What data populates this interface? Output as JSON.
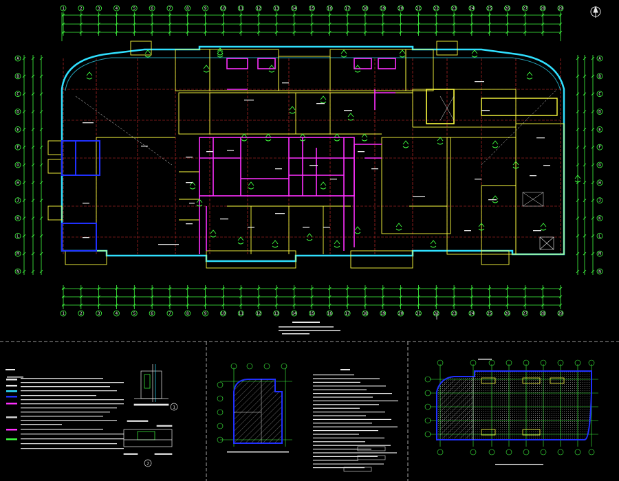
{
  "drawing": {
    "main_plan": {
      "title": "",
      "column_bubbles_top": [
        "1",
        "2",
        "3",
        "4",
        "5",
        "6",
        "7",
        "8",
        "9",
        "10",
        "11",
        "12",
        "13",
        "14",
        "15",
        "16",
        "17",
        "18",
        "19",
        "20",
        "21",
        "22",
        "23",
        "24",
        "25",
        "26",
        "27",
        "28",
        "29"
      ],
      "row_bubbles_left": [
        "A",
        "B",
        "C",
        "D",
        "E",
        "F",
        "G",
        "H",
        "J",
        "K",
        "L",
        "M",
        "N"
      ]
    },
    "detail_numbers": [
      "1",
      "2"
    ],
    "colors": {
      "background": "#000000",
      "wall_cyan": "#30e0ff",
      "grid_red": "#e03030",
      "dim_green": "#40ff40",
      "partition_magenta": "#ff30ff",
      "wall_yellow": "#ffff40",
      "text_white": "#e8e8e8",
      "hatch_blue": "#2030ff",
      "divider_white": "#d0d0d0"
    },
    "icons": [
      "north-arrow-icon",
      "grid-bubble-icon",
      "stair-icon",
      "elevator-icon",
      "door-swing-icon"
    ]
  }
}
